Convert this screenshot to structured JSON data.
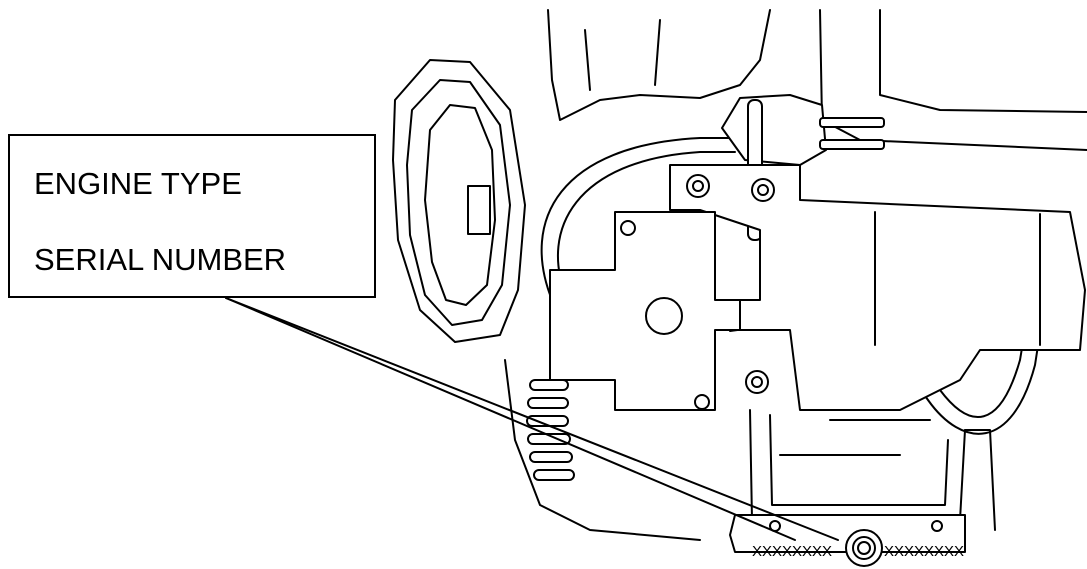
{
  "callout": {
    "line1": "ENGINE TYPE",
    "line2": "SERIAL NUMBER"
  },
  "plate": {
    "left_code": "XXXXXXXX",
    "right_code": "XXXXXXXX"
  }
}
